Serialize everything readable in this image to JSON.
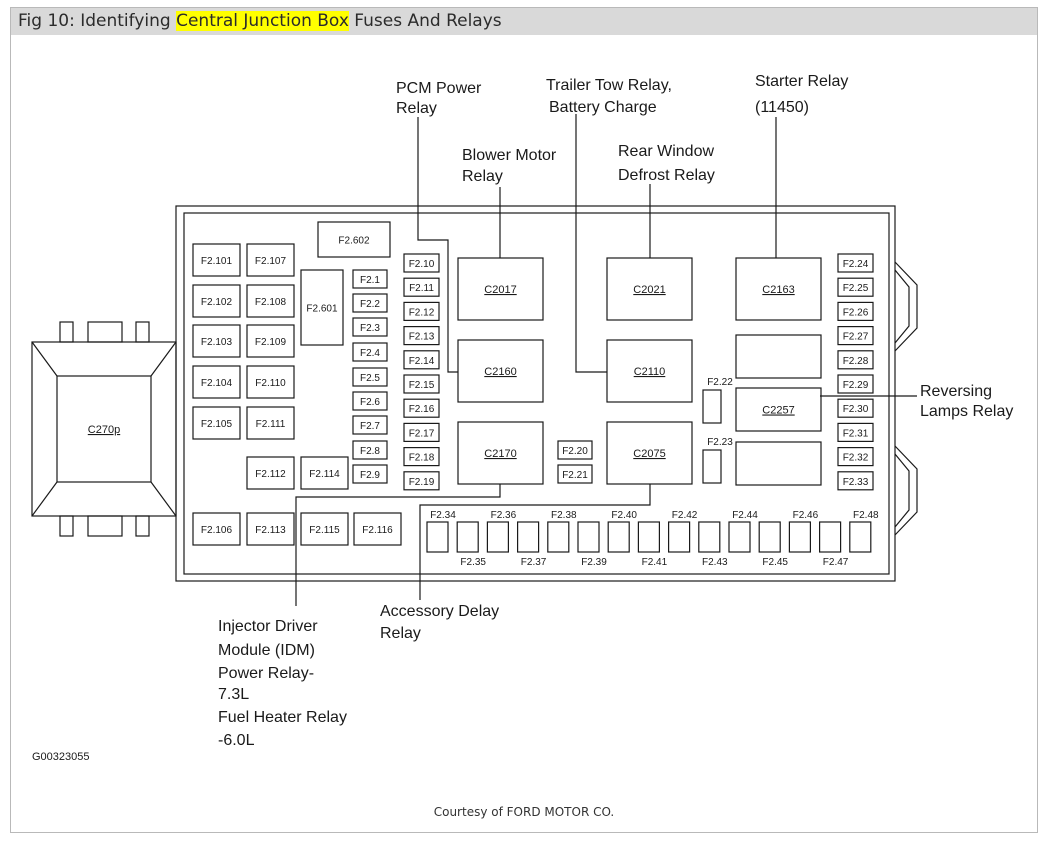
{
  "title": {
    "prefix": "Fig 10: Identifying ",
    "highlight": "Central Junction Box",
    "suffix": " Fuses And Relays"
  },
  "courtesy": "Courtesy of FORD MOTOR CO.",
  "figure_id": "G00323055",
  "labels": {
    "pcm": [
      "PCM Power",
      "Relay"
    ],
    "blower": [
      "Blower Motor",
      "Relay"
    ],
    "trailer": [
      "Trailer Tow Relay,",
      "Battery Charge"
    ],
    "rear_window": [
      "Rear Window",
      "Defrost Relay"
    ],
    "starter": [
      "Starter Relay",
      "(11450)"
    ],
    "reversing": [
      "Reversing",
      "Lamps Relay"
    ],
    "accessory": [
      "Accessory Delay",
      "Relay"
    ],
    "idm": [
      "Injector Driver",
      "Module (IDM)",
      "Power Relay-",
      "7.3L",
      "Fuel Heater Relay",
      "-6.0L"
    ]
  },
  "connector": "C270p",
  "relays": [
    "C2017",
    "C2021",
    "C2163",
    "C2160",
    "C2110",
    "C2257",
    "C2170",
    "C2075"
  ],
  "fuses": {
    "left_col1": [
      "F2.101",
      "F2.102",
      "F2.103",
      "F2.104",
      "F2.105",
      "F2.106"
    ],
    "left_col2": [
      "F2.107",
      "F2.108",
      "F2.109",
      "F2.110",
      "F2.111",
      "F2.112",
      "F2.113"
    ],
    "misc": [
      "F2.601",
      "F2.602",
      "F2.114",
      "F2.115",
      "F2.116"
    ],
    "col_a": [
      "F2.1",
      "F2.2",
      "F2.3",
      "F2.4",
      "F2.5",
      "F2.6",
      "F2.7",
      "F2.8",
      "F2.9"
    ],
    "col_b": [
      "F2.10",
      "F2.11",
      "F2.12",
      "F2.13",
      "F2.14",
      "F2.15",
      "F2.16",
      "F2.17",
      "F2.18",
      "F2.19"
    ],
    "right_col": [
      "F2.24",
      "F2.25",
      "F2.26",
      "F2.27",
      "F2.28",
      "F2.29",
      "F2.30",
      "F2.31",
      "F2.32",
      "F2.33"
    ],
    "middle": [
      "F2.20",
      "F2.21",
      "F2.22",
      "F2.23"
    ],
    "bottom_top": [
      "F2.34",
      "F2.36",
      "F2.38",
      "F2.40",
      "F2.42",
      "F2.44",
      "F2.46",
      "F2.48"
    ],
    "bottom_bot": [
      "F2.35",
      "F2.37",
      "F2.39",
      "F2.41",
      "F2.43",
      "F2.45",
      "F2.47"
    ]
  }
}
